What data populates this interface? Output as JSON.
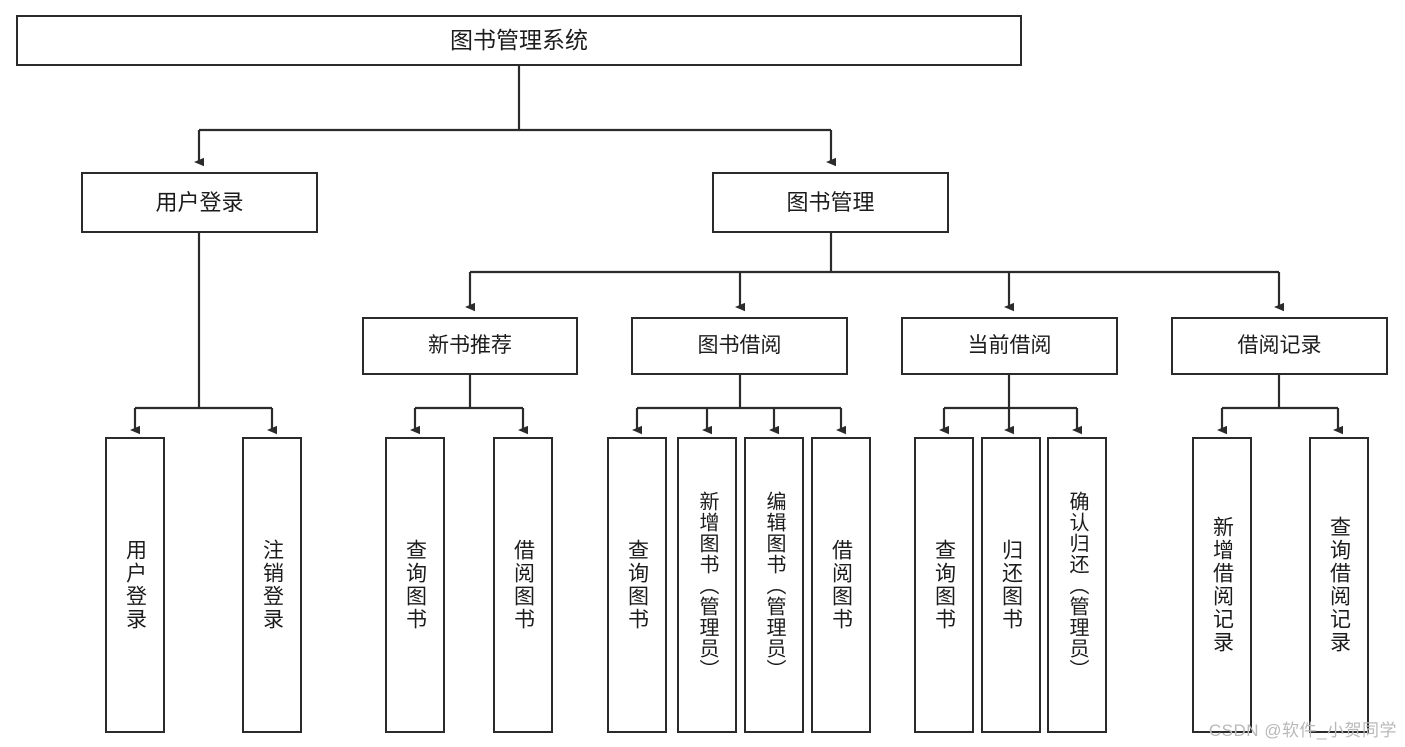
{
  "diagram": {
    "title_text": "图书管理系统",
    "watermark": "CSDN @软件_小贺同学",
    "colors": {
      "box_border": "#2b2b2b",
      "edge_line": "#2b2b2b",
      "background": "#ffffff",
      "text": "#1c1c1c",
      "watermark": "#b9b9b9"
    },
    "nodes": {
      "root": {
        "label": "图书管理系统"
      },
      "level2": [
        {
          "id": "user-login",
          "label": "用户登录"
        },
        {
          "id": "book-management",
          "label": "图书管理"
        }
      ],
      "level3": [
        {
          "id": "new-book-recommend",
          "label": "新书推荐"
        },
        {
          "id": "book-borrow",
          "label": "图书借阅"
        },
        {
          "id": "current-borrow",
          "label": "当前借阅"
        },
        {
          "id": "borrow-record",
          "label": "借阅记录"
        }
      ],
      "leaves": {
        "user_login": [
          {
            "id": "leaf-user-login",
            "label": "用户登录"
          },
          {
            "id": "leaf-logout",
            "label": "注销登录"
          }
        ],
        "new_book_recommend": [
          {
            "id": "leaf-query-book-1",
            "label": "查询图书"
          },
          {
            "id": "leaf-borrow-book-1",
            "label": "借阅图书"
          }
        ],
        "book_borrow": [
          {
            "id": "leaf-query-book-2",
            "label": "查询图书"
          },
          {
            "id": "leaf-add-book",
            "label": "新增图书（管理员）"
          },
          {
            "id": "leaf-edit-book",
            "label": "编辑图书（管理员）"
          },
          {
            "id": "leaf-borrow-book-2",
            "label": "借阅图书"
          }
        ],
        "current_borrow": [
          {
            "id": "leaf-query-book-3",
            "label": "查询图书"
          },
          {
            "id": "leaf-return-book",
            "label": "归还图书"
          },
          {
            "id": "leaf-confirm-return",
            "label": "确认归还（管理员）"
          }
        ],
        "borrow_record": [
          {
            "id": "leaf-add-record",
            "label": "新增借阅记录"
          },
          {
            "id": "leaf-query-record",
            "label": "查询借阅记录"
          }
        ]
      }
    }
  }
}
